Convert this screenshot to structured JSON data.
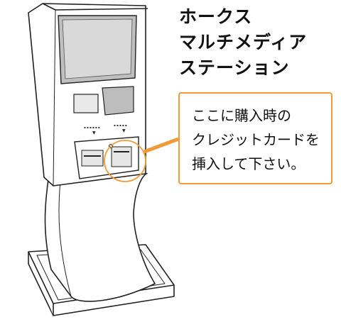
{
  "title": {
    "lines": [
      "ホークス",
      "マルチメディア",
      "ステーション"
    ]
  },
  "callout": {
    "lines": [
      "ここに購入時の",
      "クレジットカードを",
      "挿入して下さい。"
    ]
  },
  "kiosk": {
    "slot_labels": [
      "▪ ▪ ▪ ▪ ▪ ▪",
      "▪ ▪ ▪ ▪ ▪"
    ]
  },
  "colors": {
    "accent": "#f29a38",
    "line": "#222222"
  }
}
